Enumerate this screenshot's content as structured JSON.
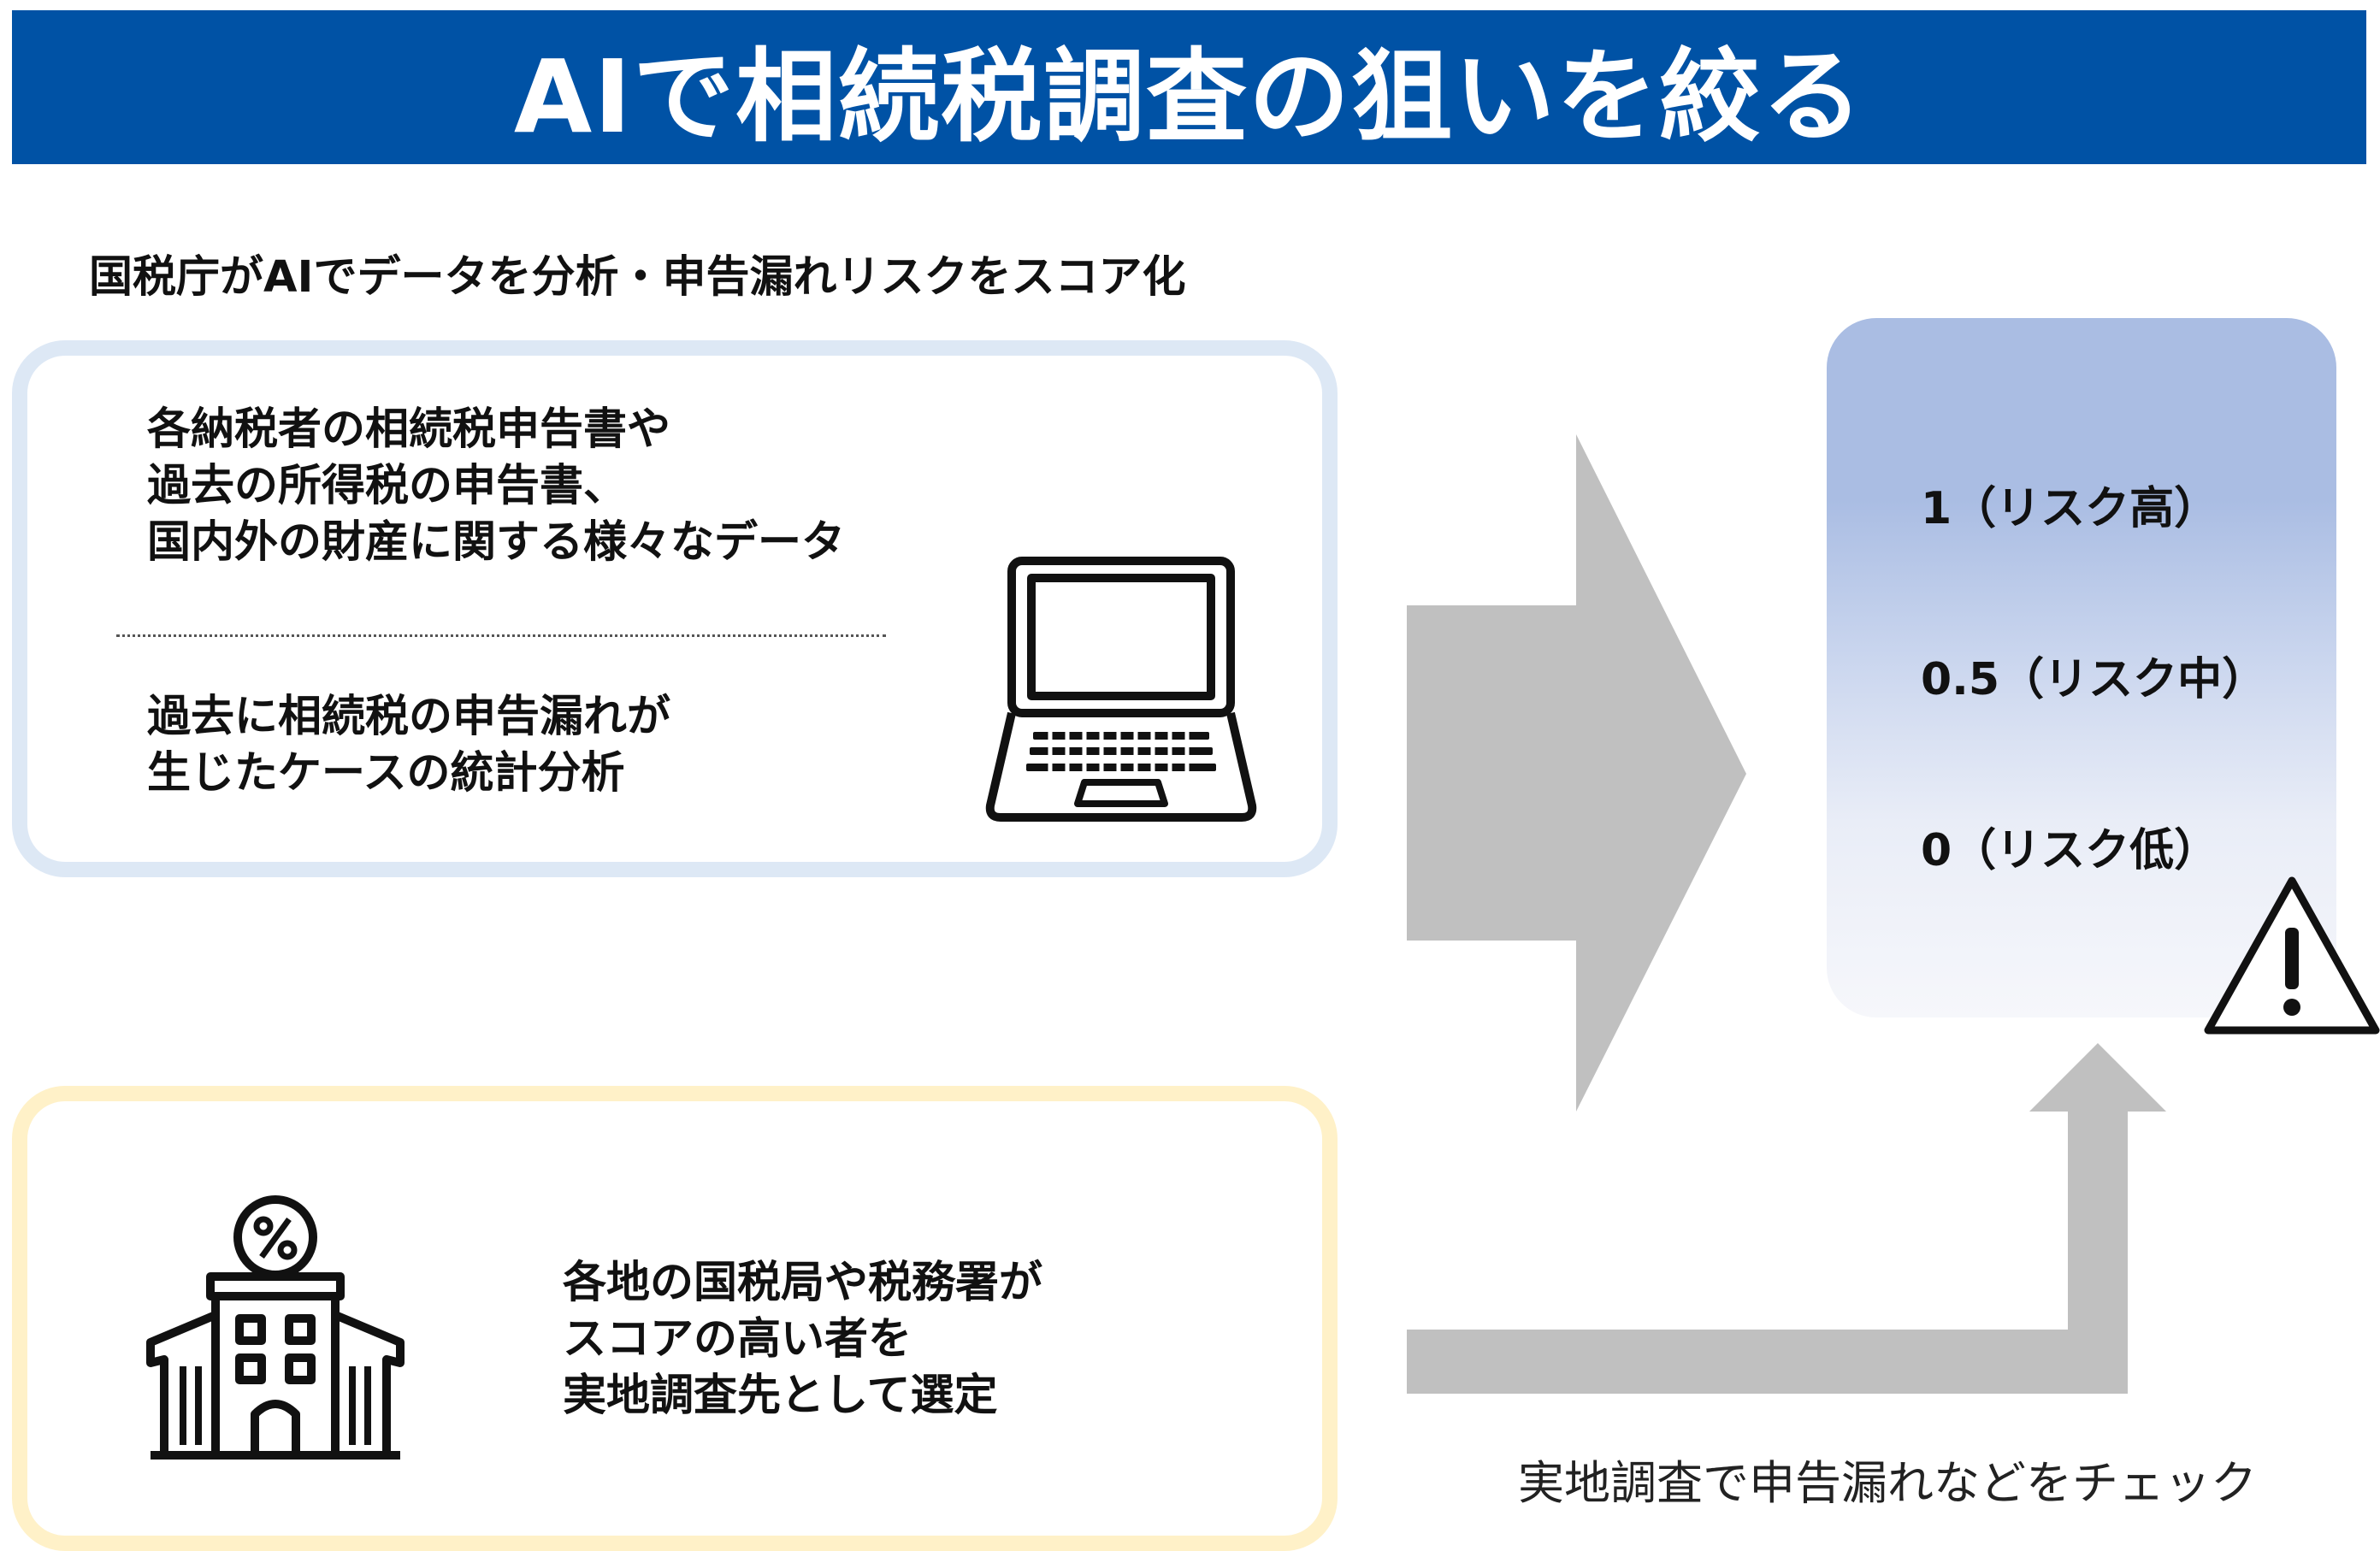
{
  "title": "AIで相続税調査の狙いを絞る",
  "subtitle": "国税庁がAIでデータを分析・申告漏れリスクをスコア化",
  "data_box": {
    "text1_lines": [
      "各納税者の相続税申告書や",
      "過去の所得税の申告書、",
      "国内外の財産に関する様々なデータ"
    ],
    "text2_lines": [
      "過去に相続税の申告漏れが",
      "生じたケースの統計分析"
    ],
    "icon": "laptop-icon",
    "border_color": "#dde8f5"
  },
  "office_box": {
    "text_lines": [
      "各地の国税局や税務署が",
      "スコアの高い者を",
      "実地調査先として選定"
    ],
    "icon": "tax-office-building-icon",
    "border_color": "#fff1c8"
  },
  "scores": [
    "1（リスク高）",
    "0.5（リスク中）",
    "0（リスク低）"
  ],
  "score_icon": "warning-triangle-icon",
  "caption": "実地調査で申告漏れなどをチェック",
  "colors": {
    "banner": "#0052a5",
    "arrows": "#c0c0c0",
    "score_panel_top": "#aabde3"
  }
}
